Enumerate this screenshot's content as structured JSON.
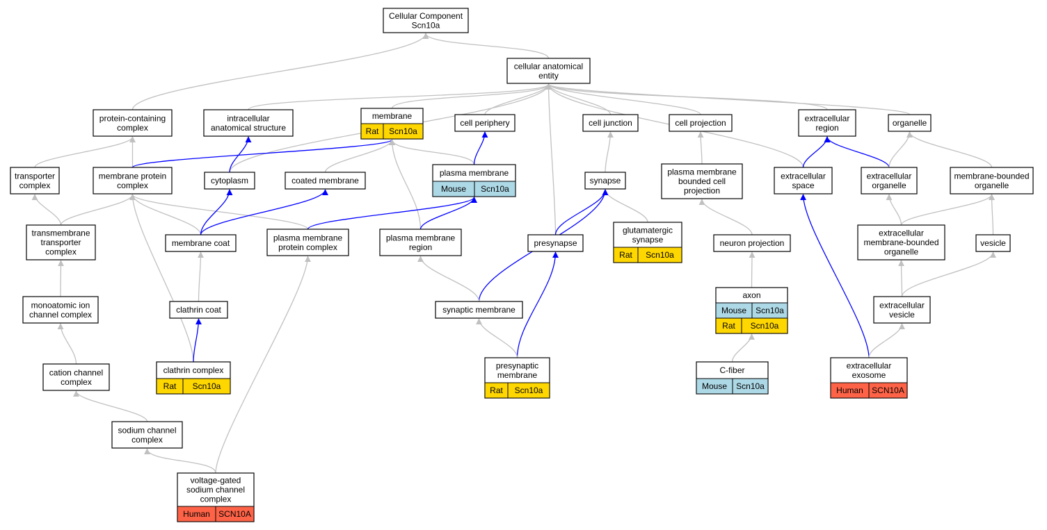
{
  "colors": {
    "gray_edge": "#c0c0c0",
    "blue_edge": "#0000ff",
    "Rat": "#ffd700",
    "Mouse": "#add8e6",
    "Human": "#ff6347"
  },
  "nodes": {
    "root": {
      "lines": [
        "Cellular Component",
        "Scn10a"
      ]
    },
    "cae": {
      "lines": [
        "cellular anatomical",
        "entity"
      ]
    },
    "pcc": {
      "lines": [
        "protein-containing",
        "complex"
      ]
    },
    "ias": {
      "lines": [
        "intracellular",
        "anatomical structure"
      ]
    },
    "mem": {
      "lines": [
        "membrane"
      ],
      "annotations": [
        {
          "species": "Rat",
          "gene": "Scn10a"
        }
      ]
    },
    "cper": {
      "lines": [
        "cell periphery"
      ]
    },
    "cjun": {
      "lines": [
        "cell junction"
      ]
    },
    "cproj": {
      "lines": [
        "cell projection"
      ]
    },
    "exreg": {
      "lines": [
        "extracellular",
        "region"
      ]
    },
    "org": {
      "lines": [
        "organelle"
      ]
    },
    "trc": {
      "lines": [
        "transporter",
        "complex"
      ]
    },
    "mpc": {
      "lines": [
        "membrane protein",
        "complex"
      ]
    },
    "cyto": {
      "lines": [
        "cytoplasm"
      ]
    },
    "cmem": {
      "lines": [
        "coated membrane"
      ]
    },
    "pm": {
      "lines": [
        "plasma membrane"
      ],
      "annotations": [
        {
          "species": "Mouse",
          "gene": "Scn10a"
        }
      ]
    },
    "syn": {
      "lines": [
        "synapse"
      ]
    },
    "pmbcp": {
      "lines": [
        "plasma membrane",
        "bounded cell",
        "projection"
      ]
    },
    "exsp": {
      "lines": [
        "extracellular",
        "space"
      ]
    },
    "exorg": {
      "lines": [
        "extracellular",
        "organelle"
      ]
    },
    "mbo": {
      "lines": [
        "membrane-bounded",
        "organelle"
      ]
    },
    "tmtc": {
      "lines": [
        "transmembrane",
        "transporter",
        "complex"
      ]
    },
    "mcoat": {
      "lines": [
        "membrane coat"
      ]
    },
    "pmpc": {
      "lines": [
        "plasma membrane",
        "protein complex"
      ]
    },
    "pmr": {
      "lines": [
        "plasma membrane",
        "region"
      ]
    },
    "presyn": {
      "lines": [
        "presynapse"
      ]
    },
    "glu": {
      "lines": [
        "glutamatergic",
        "synapse"
      ],
      "annotations": [
        {
          "species": "Rat",
          "gene": "Scn10a"
        }
      ]
    },
    "nproj": {
      "lines": [
        "neuron projection"
      ]
    },
    "exmbo": {
      "lines": [
        "extracellular",
        "membrane-bounded",
        "organelle"
      ]
    },
    "ves": {
      "lines": [
        "vesicle"
      ]
    },
    "mic": {
      "lines": [
        "monoatomic ion",
        "channel complex"
      ]
    },
    "ccoat": {
      "lines": [
        "clathrin coat"
      ]
    },
    "synm": {
      "lines": [
        "synaptic membrane"
      ]
    },
    "axon": {
      "lines": [
        "axon"
      ],
      "annotations": [
        {
          "species": "Mouse",
          "gene": "Scn10a"
        },
        {
          "species": "Rat",
          "gene": "Scn10a"
        }
      ]
    },
    "exves": {
      "lines": [
        "extracellular",
        "vesicle"
      ]
    },
    "ccc": {
      "lines": [
        "cation channel",
        "complex"
      ]
    },
    "clc": {
      "lines": [
        "clathrin complex"
      ],
      "annotations": [
        {
          "species": "Rat",
          "gene": "Scn10a"
        }
      ]
    },
    "psm": {
      "lines": [
        "presynaptic",
        "membrane"
      ],
      "annotations": [
        {
          "species": "Rat",
          "gene": "Scn10a"
        }
      ]
    },
    "cfib": {
      "lines": [
        "C-fiber"
      ],
      "annotations": [
        {
          "species": "Mouse",
          "gene": "Scn10a"
        }
      ]
    },
    "exo": {
      "lines": [
        "extracellular",
        "exosome"
      ],
      "annotations": [
        {
          "species": "Human",
          "gene": "SCN10A"
        }
      ]
    },
    "scc": {
      "lines": [
        "sodium channel",
        "complex"
      ]
    },
    "vgsc": {
      "lines": [
        "voltage-gated",
        "sodium channel",
        "complex"
      ],
      "annotations": [
        {
          "species": "Human",
          "gene": "SCN10A"
        }
      ]
    }
  },
  "edges": [
    {
      "from": "cae",
      "to": "root",
      "color": "gray"
    },
    {
      "from": "pcc",
      "to": "root",
      "color": "gray"
    },
    {
      "from": "ias",
      "to": "cae",
      "color": "gray"
    },
    {
      "from": "mem",
      "to": "cae",
      "color": "gray"
    },
    {
      "from": "cper",
      "to": "cae",
      "color": "gray"
    },
    {
      "from": "cjun",
      "to": "cae",
      "color": "gray"
    },
    {
      "from": "cproj",
      "to": "cae",
      "color": "gray"
    },
    {
      "from": "exreg",
      "to": "cae",
      "color": "gray"
    },
    {
      "from": "org",
      "to": "cae",
      "color": "gray"
    },
    {
      "from": "presyn",
      "to": "cae",
      "color": "gray"
    },
    {
      "from": "cyto",
      "to": "cae",
      "color": "gray"
    },
    {
      "from": "exsp",
      "to": "cae",
      "color": "gray"
    },
    {
      "from": "trc",
      "to": "pcc",
      "color": "gray"
    },
    {
      "from": "mpc",
      "to": "pcc",
      "color": "gray"
    },
    {
      "from": "mpc",
      "to": "mem",
      "color": "blue"
    },
    {
      "from": "cyto",
      "to": "ias",
      "color": "blue"
    },
    {
      "from": "cmem",
      "to": "mem",
      "color": "gray"
    },
    {
      "from": "pm",
      "to": "mem",
      "color": "gray"
    },
    {
      "from": "pmr",
      "to": "mem",
      "color": "gray"
    },
    {
      "from": "pm",
      "to": "cper",
      "color": "blue"
    },
    {
      "from": "syn",
      "to": "cjun",
      "color": "gray"
    },
    {
      "from": "pmbcp",
      "to": "cproj",
      "color": "gray"
    },
    {
      "from": "exsp",
      "to": "exreg",
      "color": "blue"
    },
    {
      "from": "exorg",
      "to": "exreg",
      "color": "blue"
    },
    {
      "from": "exorg",
      "to": "org",
      "color": "gray"
    },
    {
      "from": "mbo",
      "to": "org",
      "color": "gray"
    },
    {
      "from": "tmtc",
      "to": "trc",
      "color": "gray"
    },
    {
      "from": "tmtc",
      "to": "mpc",
      "color": "gray"
    },
    {
      "from": "mcoat",
      "to": "mpc",
      "color": "gray"
    },
    {
      "from": "pmpc",
      "to": "mpc",
      "color": "gray"
    },
    {
      "from": "clc",
      "to": "mpc",
      "color": "gray"
    },
    {
      "from": "mcoat",
      "to": "cyto",
      "color": "blue"
    },
    {
      "from": "mcoat",
      "to": "cmem",
      "color": "blue"
    },
    {
      "from": "pmpc",
      "to": "pm",
      "color": "blue"
    },
    {
      "from": "pmr",
      "to": "pm",
      "color": "blue"
    },
    {
      "from": "presyn",
      "to": "syn",
      "color": "blue"
    },
    {
      "from": "glu",
      "to": "syn",
      "color": "gray"
    },
    {
      "from": "synm",
      "to": "syn",
      "color": "blue"
    },
    {
      "from": "nproj",
      "to": "pmbcp",
      "color": "gray"
    },
    {
      "from": "exo",
      "to": "exsp",
      "color": "blue"
    },
    {
      "from": "exmbo",
      "to": "exorg",
      "color": "gray"
    },
    {
      "from": "exmbo",
      "to": "mbo",
      "color": "gray"
    },
    {
      "from": "ves",
      "to": "mbo",
      "color": "gray"
    },
    {
      "from": "mic",
      "to": "tmtc",
      "color": "gray"
    },
    {
      "from": "ccoat",
      "to": "mcoat",
      "color": "gray"
    },
    {
      "from": "synm",
      "to": "pmr",
      "color": "gray"
    },
    {
      "from": "psm",
      "to": "presyn",
      "color": "blue"
    },
    {
      "from": "axon",
      "to": "nproj",
      "color": "gray"
    },
    {
      "from": "exves",
      "to": "exmbo",
      "color": "gray"
    },
    {
      "from": "exves",
      "to": "ves",
      "color": "gray"
    },
    {
      "from": "ccc",
      "to": "mic",
      "color": "gray"
    },
    {
      "from": "clc",
      "to": "ccoat",
      "color": "blue"
    },
    {
      "from": "psm",
      "to": "synm",
      "color": "gray"
    },
    {
      "from": "cfib",
      "to": "axon",
      "color": "gray"
    },
    {
      "from": "exo",
      "to": "exves",
      "color": "gray"
    },
    {
      "from": "scc",
      "to": "ccc",
      "color": "gray"
    },
    {
      "from": "vgsc",
      "to": "scc",
      "color": "gray"
    },
    {
      "from": "vgsc",
      "to": "pmpc",
      "color": "gray"
    }
  ]
}
